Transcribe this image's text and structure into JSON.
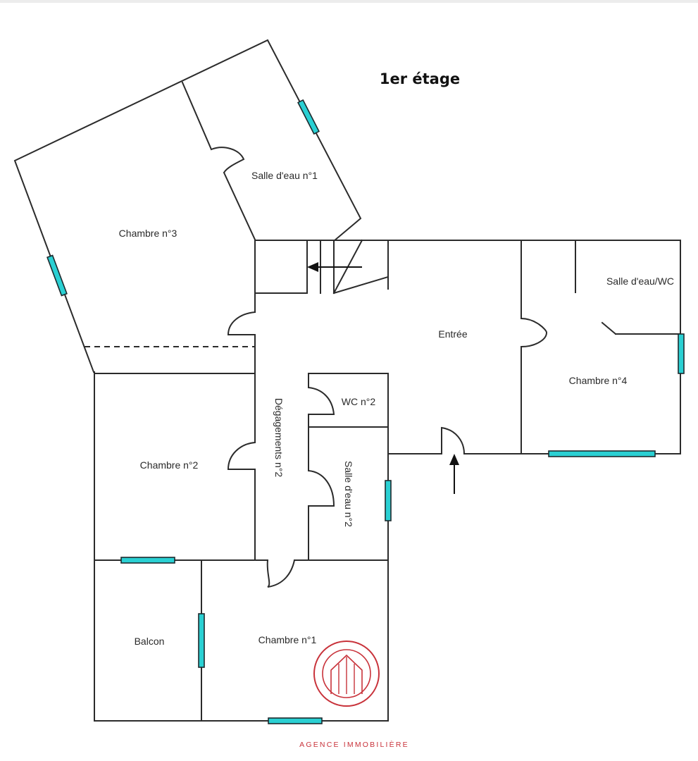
{
  "plan": {
    "title": "1er étage",
    "rooms": {
      "salle_eau_1": "Salle d'eau n°1",
      "chambre_3": "Chambre n°3",
      "salle_eau_wc": "Salle d'eau/WC",
      "entree": "Entrée",
      "chambre_4": "Chambre n°4",
      "wc_2": "WC n°2",
      "degagements_2": "Dégagements n°2",
      "chambre_2": "Chambre n°2",
      "salle_eau_2": "Salle d'eau n°2",
      "balcon": "Balcon",
      "chambre_1": "Chambre n°1"
    }
  },
  "branding": {
    "agency_label": "AGENCE IMMOBILIÈRE",
    "accent_color": "#c8323a",
    "window_color": "#2ad0d3",
    "logo_icon": "house-logo-icon"
  }
}
